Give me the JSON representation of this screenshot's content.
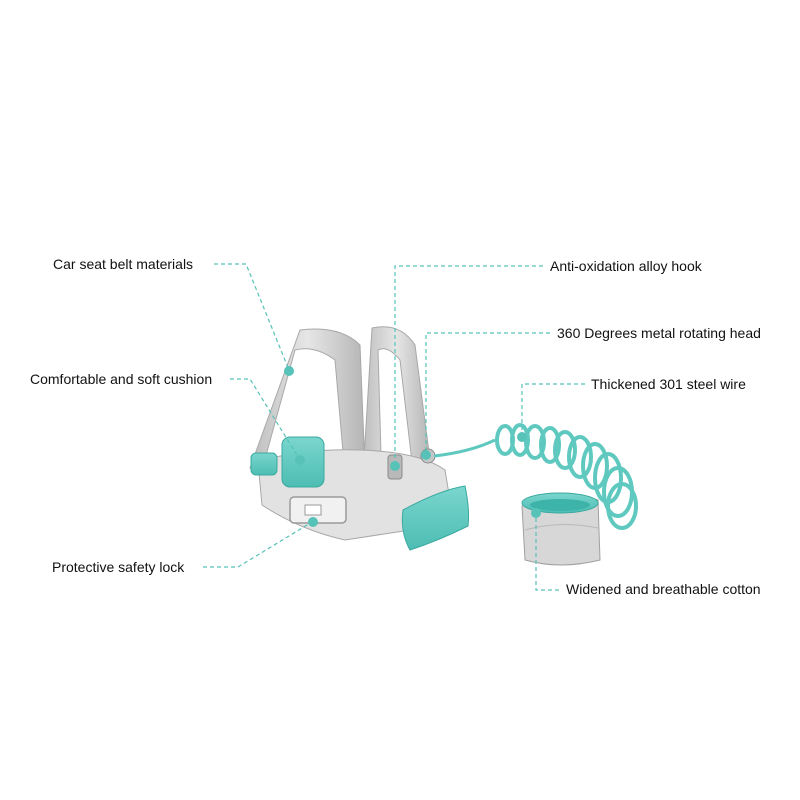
{
  "labels": {
    "car_seat_belt": "Car seat belt materials",
    "cushion": "Comfortable and soft cushion",
    "safety_lock": "Protective safety lock",
    "alloy_hook": "Anti-oxidation alloy hook",
    "rotating_head": "360 Degrees metal rotating head",
    "steel_wire": "Thickened 301 steel wire",
    "cotton": "Widened and breathable cotton"
  },
  "colors": {
    "accent": "#5fc9c0",
    "accent_dark": "#3eb3a9",
    "strap": "#d4d4d4",
    "strap_shadow": "#a9a9a9",
    "leader": "#56c2b8"
  },
  "icons": {
    "product": "child-safety-harness-leash"
  }
}
